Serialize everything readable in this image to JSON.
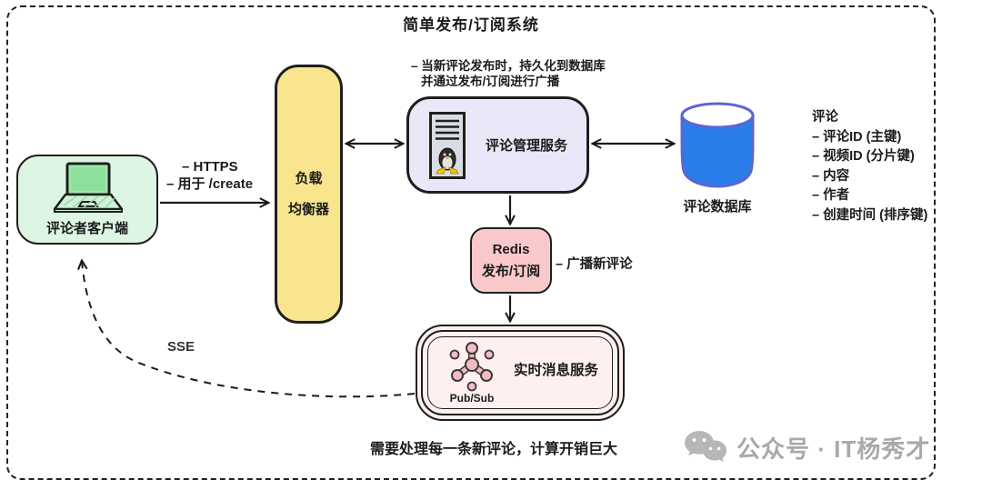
{
  "diagram": {
    "title": "简单发布/订阅系统",
    "client": {
      "label": "评论者客户端"
    },
    "client_to_lb": {
      "line1": "– HTTPS",
      "line2": "– 用于 /create"
    },
    "load_balancer": {
      "line1": "负载",
      "line2": "均衡器"
    },
    "comment_service": {
      "label": "评论管理服务",
      "note_line1": "– 当新评论发布时，持久化到数据库",
      "note_line2": "并通过发布/订阅进行广播"
    },
    "database": {
      "label": "评论数据库"
    },
    "schema": {
      "title": "评论",
      "items": [
        "– 评论ID (主键)",
        "– 视频ID (分片键)",
        "– 内容",
        "– 作者",
        "– 创建时间 (排序键)"
      ]
    },
    "redis": {
      "line1": "Redis",
      "line2": "发布/订阅",
      "broadcast_label": "– 广播新评论"
    },
    "realtime_service": {
      "label": "实时消息服务",
      "icon_caption": "Pub/Sub"
    },
    "sse_label": "SSE",
    "bottom_note": "需要处理每一条新评论，计算开销巨大",
    "watermark": {
      "text": "公众号 · IT杨秀才"
    }
  },
  "icons": {
    "client": "laptop-icon",
    "comment_service": "linux-server-icon",
    "database": "database-cylinder-icon",
    "realtime_service": "pubsub-hub-icon",
    "watermark": "wechat-icon"
  },
  "colors": {
    "client_bg": "#ddf6e3",
    "load_balancer_bg": "#f8e58e",
    "comment_service_bg": "#e9e8f8",
    "redis_bg": "#f8c8cb",
    "realtime_bg": "#fdf0ef",
    "database_fill": "#2b7de9",
    "stroke": "#1f1f1f",
    "watermark_gray": "#a9a9a9"
  }
}
